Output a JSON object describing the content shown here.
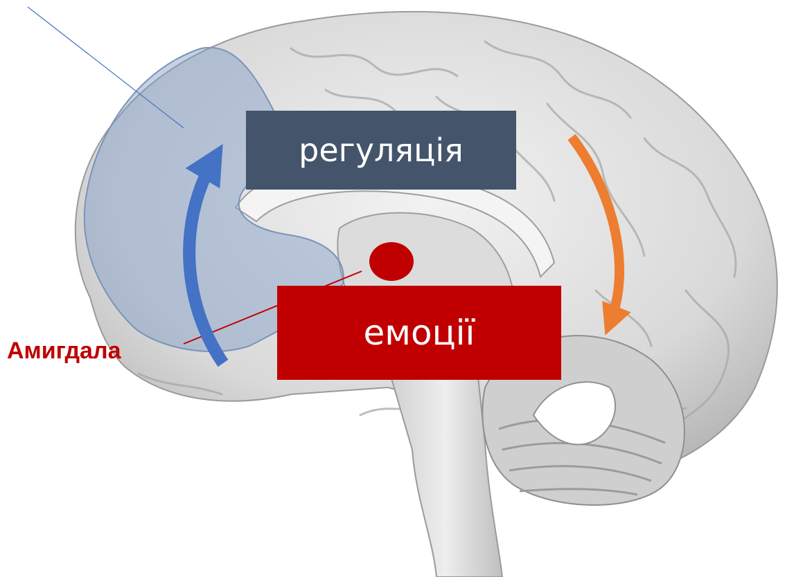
{
  "labels": {
    "regulation": "регуляція",
    "emotions": "емоції",
    "amygdala": "Амигдала"
  },
  "colors": {
    "regulation_box": "#44546a",
    "emotions_box": "#c00000",
    "amygdala_text": "#c00000",
    "amygdala_marker": "#c00000",
    "up_arrow": "#4472c4",
    "down_arrow": "#ed7d31",
    "prefrontal_highlight": "#9fb4d0",
    "pointer_line": "#4472c4"
  },
  "icons": {
    "brain_illustration": "sagittal-brain-section",
    "regulation_arrow": "curved-arrow-up",
    "emotion_arrow": "curved-arrow-down"
  }
}
